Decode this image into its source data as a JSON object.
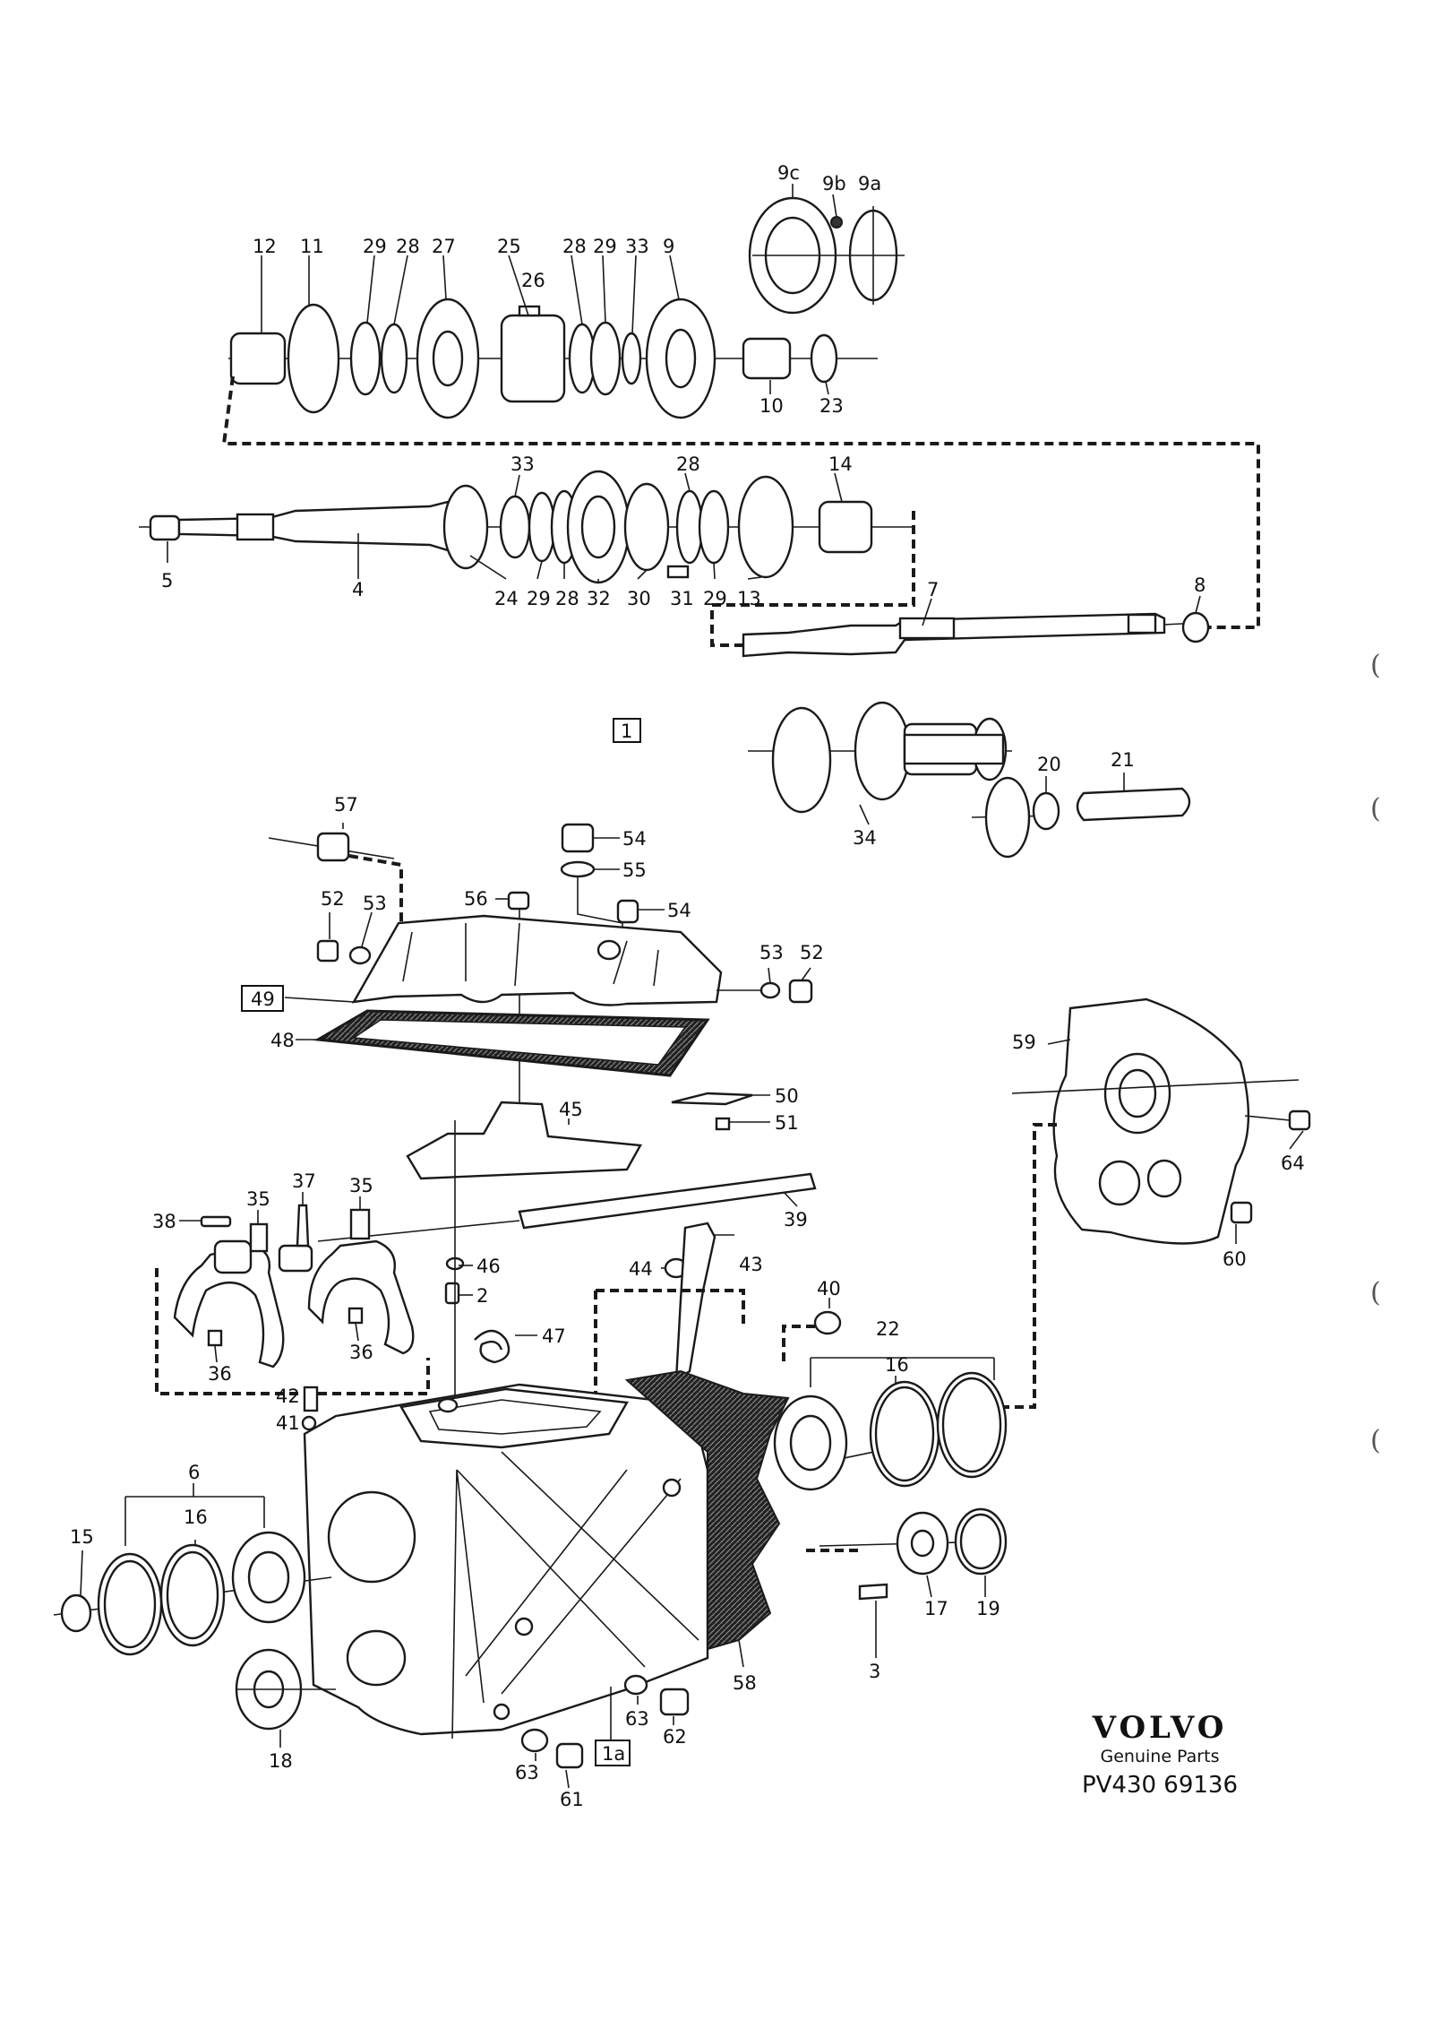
{
  "diagram": {
    "box_labels": {
      "main": "1",
      "housing": "1a",
      "cover": "49"
    },
    "labels": {
      "l12": "12",
      "l11": "11",
      "l29a": "29",
      "l28a": "28",
      "l27": "27",
      "l25": "25",
      "l26": "26",
      "l28b": "28",
      "l29b": "29",
      "l33a": "33",
      "l9": "9",
      "l9c": "9c",
      "l9b": "9b",
      "l9a": "9a",
      "l10": "10",
      "l23": "23",
      "l33b": "33",
      "l28c": "28",
      "l14": "14",
      "l5": "5",
      "l4": "4",
      "l24": "24",
      "l29c": "29",
      "l28d": "28",
      "l32": "32",
      "l30": "30",
      "l31": "31",
      "l29d": "29",
      "l13": "13",
      "l7": "7",
      "l8": "8",
      "l20": "20",
      "l21": "21",
      "l34": "34",
      "l57": "57",
      "l54a": "54",
      "l55": "55",
      "l56": "56",
      "l54b": "54",
      "l52a": "52",
      "l53a": "53",
      "l53b": "53",
      "l52b": "52",
      "l48": "48",
      "l50": "50",
      "l51": "51",
      "l45": "45",
      "l59": "59",
      "l64": "64",
      "l60": "60",
      "l37": "37",
      "l38": "38",
      "l35a": "35",
      "l35b": "35",
      "l39": "39",
      "l46": "46",
      "l2": "2",
      "l44": "44",
      "l43": "43",
      "l40": "40",
      "l47": "47",
      "l36a": "36",
      "l36b": "36",
      "l22": "22",
      "l16a": "16",
      "l42": "42",
      "l41": "41",
      "l6": "6",
      "l15": "15",
      "l16b": "16",
      "l17": "17",
      "l19": "19",
      "l3": "3",
      "l58": "58",
      "l63a": "63",
      "l62": "62",
      "l18": "18",
      "l63b": "63",
      "l61": "61"
    },
    "brand": {
      "logo": "VOLVO",
      "tagline": "Genuine Parts",
      "code": "PV430 69136"
    },
    "edge_marks": [
      "(",
      "(",
      "(",
      "("
    ]
  }
}
